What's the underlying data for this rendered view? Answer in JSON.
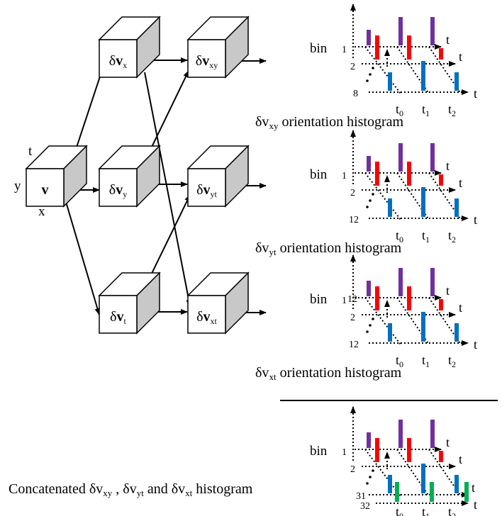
{
  "flow": {
    "axis_t": "t",
    "axis_y": "y",
    "axis_x": "x",
    "blocks": {
      "v": {
        "pre": "",
        "bold": "v",
        "sub": ""
      },
      "dvx": {
        "pre": "δ",
        "bold": "v",
        "sub": "x"
      },
      "dvy": {
        "pre": "δ",
        "bold": "v",
        "sub": "y"
      },
      "dvt": {
        "pre": "δ",
        "bold": "v",
        "sub": "t"
      },
      "dvxy": {
        "pre": "δ",
        "bold": "v",
        "sub": "xy"
      },
      "dvyt": {
        "pre": "δ",
        "bold": "v",
        "sub": "yt"
      },
      "dvxt": {
        "pre": "δ",
        "bold": "v",
        "sub": "xt"
      }
    }
  },
  "histograms": [
    {
      "id": "xy",
      "bin_label": "bin",
      "bins": [
        "1",
        "2",
        "8"
      ],
      "extra_bins": [],
      "t_label": "t",
      "times": [
        {
          "b": "t",
          "s": "0"
        },
        {
          "b": "t",
          "s": "1"
        },
        {
          "b": "t",
          "s": "2"
        }
      ],
      "caption": {
        "pre": "δv",
        "sub": "xy",
        "post": " orientation histogram"
      }
    },
    {
      "id": "yt",
      "bin_label": "bin",
      "bins": [
        "1",
        "2",
        "12"
      ],
      "extra_bins": [],
      "t_label": "t",
      "times": [
        {
          "b": "t",
          "s": "0"
        },
        {
          "b": "t",
          "s": "1"
        },
        {
          "b": "t",
          "s": "2"
        }
      ],
      "caption": {
        "pre": "δv",
        "sub": "yt",
        "post": " orientation histogram"
      }
    },
    {
      "id": "xt",
      "bin_label": "bin",
      "bins": [
        "1",
        "2",
        "12"
      ],
      "extra_bins": [
        "12"
      ],
      "t_label": "t",
      "times": [
        {
          "b": "t",
          "s": "0"
        },
        {
          "b": "t",
          "s": "1"
        },
        {
          "b": "t",
          "s": "2"
        }
      ],
      "caption": {
        "pre": "δv",
        "sub": "xt",
        "post": " orientation histogram"
      }
    },
    {
      "id": "concat",
      "bin_label": "bin",
      "bins": [
        "1",
        "2",
        "31",
        "32"
      ],
      "extra_bins": [],
      "t_label": "t",
      "times": [
        {
          "b": "t",
          "s": "0"
        },
        {
          "b": "t",
          "s": "1"
        },
        {
          "b": "t",
          "s": "2"
        }
      ],
      "caption": null
    }
  ],
  "concat_caption": {
    "pre": "Concatenated ",
    "parts": [
      {
        "b": "δv",
        "s": "xy",
        "after": " , "
      },
      {
        "b": "δv",
        "s": "yt",
        "after": "  and "
      },
      {
        "b": "δv",
        "s": "xt",
        "after": "  histogram"
      }
    ]
  },
  "colors": {
    "purple": "#7030a0",
    "red": "#ff0000",
    "blue": "#0070c0",
    "green": "#00b050",
    "box_side": "#c8c8c8"
  }
}
